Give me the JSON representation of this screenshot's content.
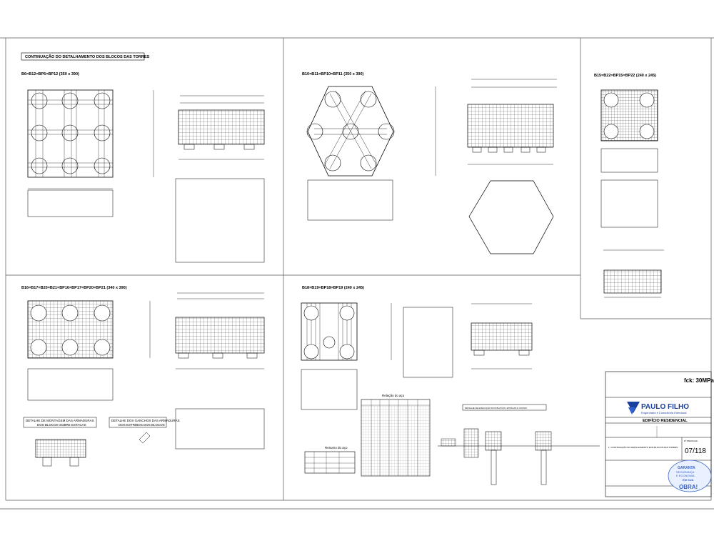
{
  "sheet": {
    "title": "CONTINUAÇÃO DO DETALHAMENTO DOS BLOCOS DAS TORRES"
  },
  "blocks": {
    "b1": {
      "title": "B6=B12=BP6=BP12 (350 x 390)"
    },
    "b2": {
      "title": "B10=B11=BP10=BP11 (350 x 390)"
    },
    "b3": {
      "title": "B15=B22=BP15=BP22 (240 x 245)"
    },
    "b4": {
      "title": "B16=B17=B20=B21=BP16=BP17=BP20=BP21 (340 x 390)"
    },
    "b5": {
      "title": "B18=B19=BP18=BP19 (240 x 245)"
    }
  },
  "details": {
    "montagem": {
      "line1": "DETALHE DE MONTAGEM DAS ARMADURAS",
      "line2": "DOS BLOCOS SOBRE ESTACAS"
    },
    "ganchos": {
      "line1": "DETALHE DOS GANCHOS DAS ARMADURAS",
      "line2": "DOS ESTRIBOS DOS BLOCOS"
    },
    "execucao": {
      "title": "DETALHE DE EXECUÇÃO DOS BLOCOS, ESTACAS E CINTAS"
    }
  },
  "tables": {
    "relacao": {
      "title": "Relação do aço"
    },
    "resumo": {
      "title": "Resumo do aço"
    }
  },
  "title_block": {
    "fck": "fck: 30MPa",
    "company": "PAULO FILHO",
    "company_sub": "Engenharia e Consultoria Estrutural",
    "project_title": "EDIFÍCIO RESIDENCIAL",
    "sheet_number_label": "Nº PRANCHA:",
    "sheet_number": "07/118",
    "assunto": "1. CONTINUAÇÃO DO DETALHAMENTO DOS BLOCOS DAS TORRES",
    "badge_lines": [
      "GARANTA",
      "SEGURANÇA",
      "E ECONOMIA",
      "EM SUA",
      "OBRA!"
    ]
  }
}
